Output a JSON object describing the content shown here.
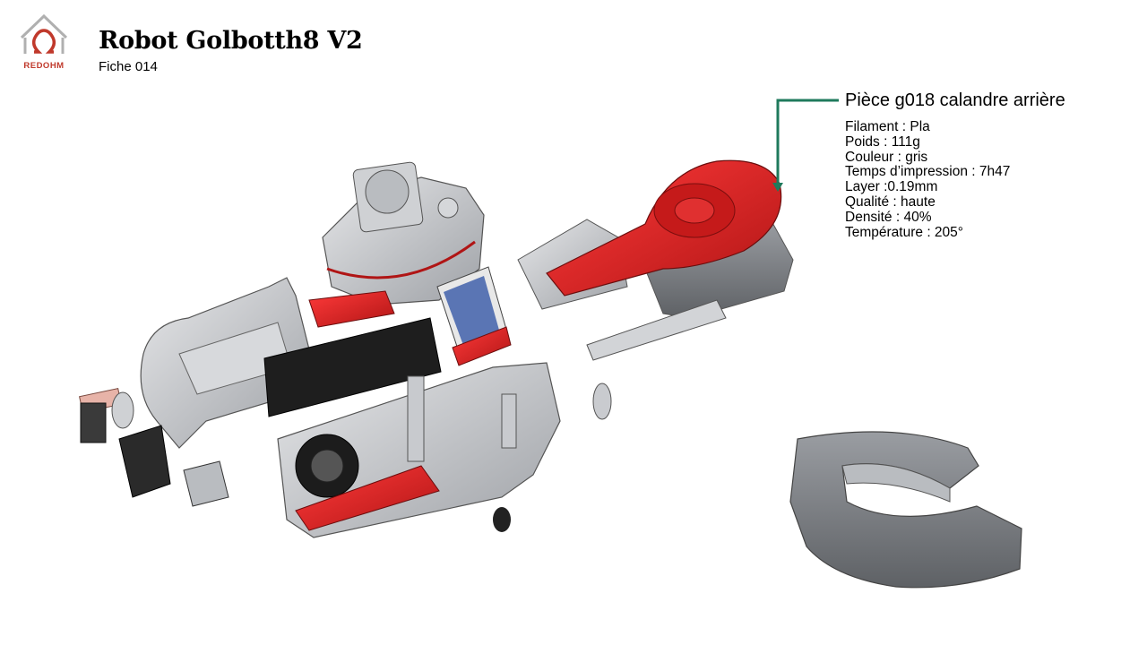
{
  "header": {
    "brand": "REDOHM",
    "title": "Robot Golbotth8 V2",
    "subtitle": "Fiche 014"
  },
  "part": {
    "name": "Pièce g018 calandre arrière",
    "specs": [
      "Filament : Pla",
      "Poids : 111g",
      "Couleur : gris",
      "Temps d’impression : 7h47",
      "Layer :0.19mm",
      "Qualité : haute",
      "Densité : 40%",
      "Température : 205°"
    ]
  },
  "colors": {
    "brand_red": "#c0392b",
    "highlight_red": "#d42020",
    "part_gray": "#8a8d91",
    "callout_green": "#1f7a5c"
  },
  "icons": [
    "home-omega-logo"
  ]
}
